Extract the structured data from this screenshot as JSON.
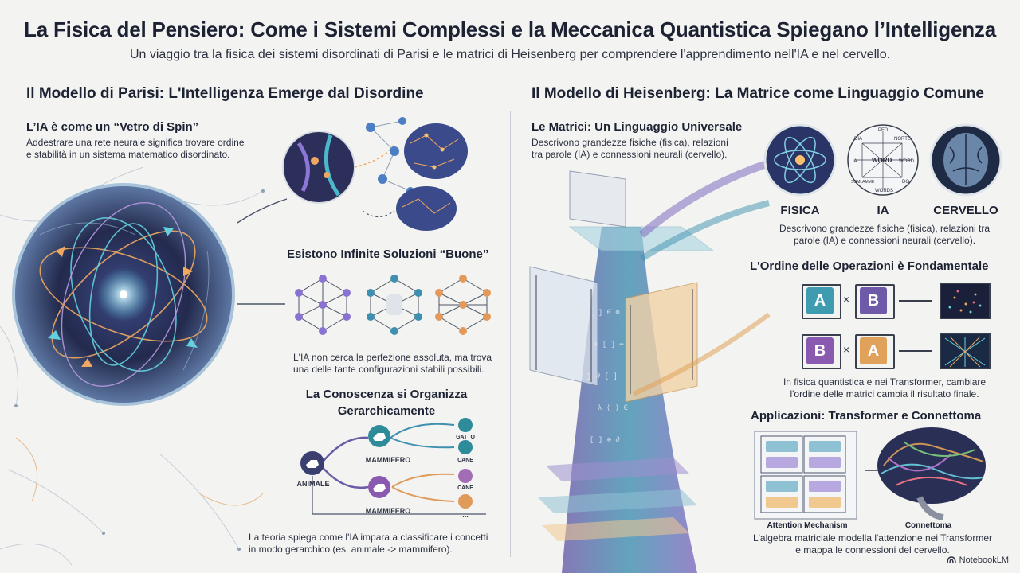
{
  "header": {
    "title": "La Fisica del Pensiero: Come i Sistemi Complessi e la Meccanica Quantistica Spiegano l’Intelligenza",
    "subtitle": "Un viaggio tra la fisica dei sistemi disordinati di Parisi e le matrici di Heisenberg per comprendere l'apprendimento nell'IA e nel cervello."
  },
  "left": {
    "title": "Il Modello di Parisi: L'Intelligenza Emerge dal Disordine",
    "spin": {
      "heading": "L’IA è come un “Vetro di Spin”",
      "text1": "Addestrare una rete neurale significa trovare ordine",
      "text2": "e stabilità in un sistema matematico disordinato."
    },
    "solutions": {
      "heading": "Esistono Infinite Soluzioni “Buone”",
      "text1": "L'IA non cerca la perfezione assoluta, ma trova",
      "text2": "una delle tante configurazioni stabili possibili."
    },
    "hierarchy": {
      "heading1": "La Conoscenza si Organizza",
      "heading2": "Gerarchicamente",
      "root": "ANIMALE",
      "branch1": "MAMMIFERO",
      "branch2": "MAMMIFERO",
      "leaf1": "GATTO",
      "leaf2": "CANE",
      "leaf3": "CANE",
      "leaf4": "...",
      "text1": "La teoria spiega come l'IA impara a classificare i concetti",
      "text2": "in modo gerarchico (es. animale -> mammifero)."
    }
  },
  "right": {
    "title": "Il Modello di Heisenberg: La Matrice come Linguaggio Comune",
    "matrices": {
      "heading": "Le Matrici: Un Linguaggio Universale",
      "text1": "Descrivono grandezze fisiche (fisica), relazioni",
      "text2": "tra parole (IA) e connessioni neurali (cervello).",
      "label_fisica": "FISICA",
      "label_ia": "IA",
      "label_cervello": "CERVELLO",
      "caption1": "Descrivono grandezze fisiche (fisica), relazioni tra",
      "caption2": "parole (IA) e connessioni neurali (cervello).",
      "words": [
        "PED",
        "DIA",
        "NORTE",
        "IA",
        "WORD",
        "WORD",
        "SOMLAMME",
        "DO",
        "WORDS"
      ]
    },
    "order": {
      "heading": "L'Ordine delle Operazioni è Fondamentale",
      "row1_a": "A",
      "row1_b": "B",
      "row1_op": "×",
      "row2_a": "B",
      "row2_b": "A",
      "row2_op": "×",
      "text1": "In fisica quantistica e nei Transformer, cambiare",
      "text2": "l'ordine delle matrici cambia il risultato finale."
    },
    "apps": {
      "heading": "Applicazioni: Transformer e Connettoma",
      "label_attention": "Attention Mechanism",
      "label_connettoma": "Connettoma",
      "text1": "L'algebra matriciale modella l'attenzione nei Transformer",
      "text2": "e mappa le connessioni del cervello."
    }
  },
  "footer": {
    "brand": "NotebookLM"
  },
  "colors": {
    "purple": "#6b5aa6",
    "teal": "#2e8b9a",
    "orange": "#e0a25a",
    "navy": "#1d2233",
    "boxA": "#3f9bb0",
    "boxB": "#6e5aa8"
  }
}
